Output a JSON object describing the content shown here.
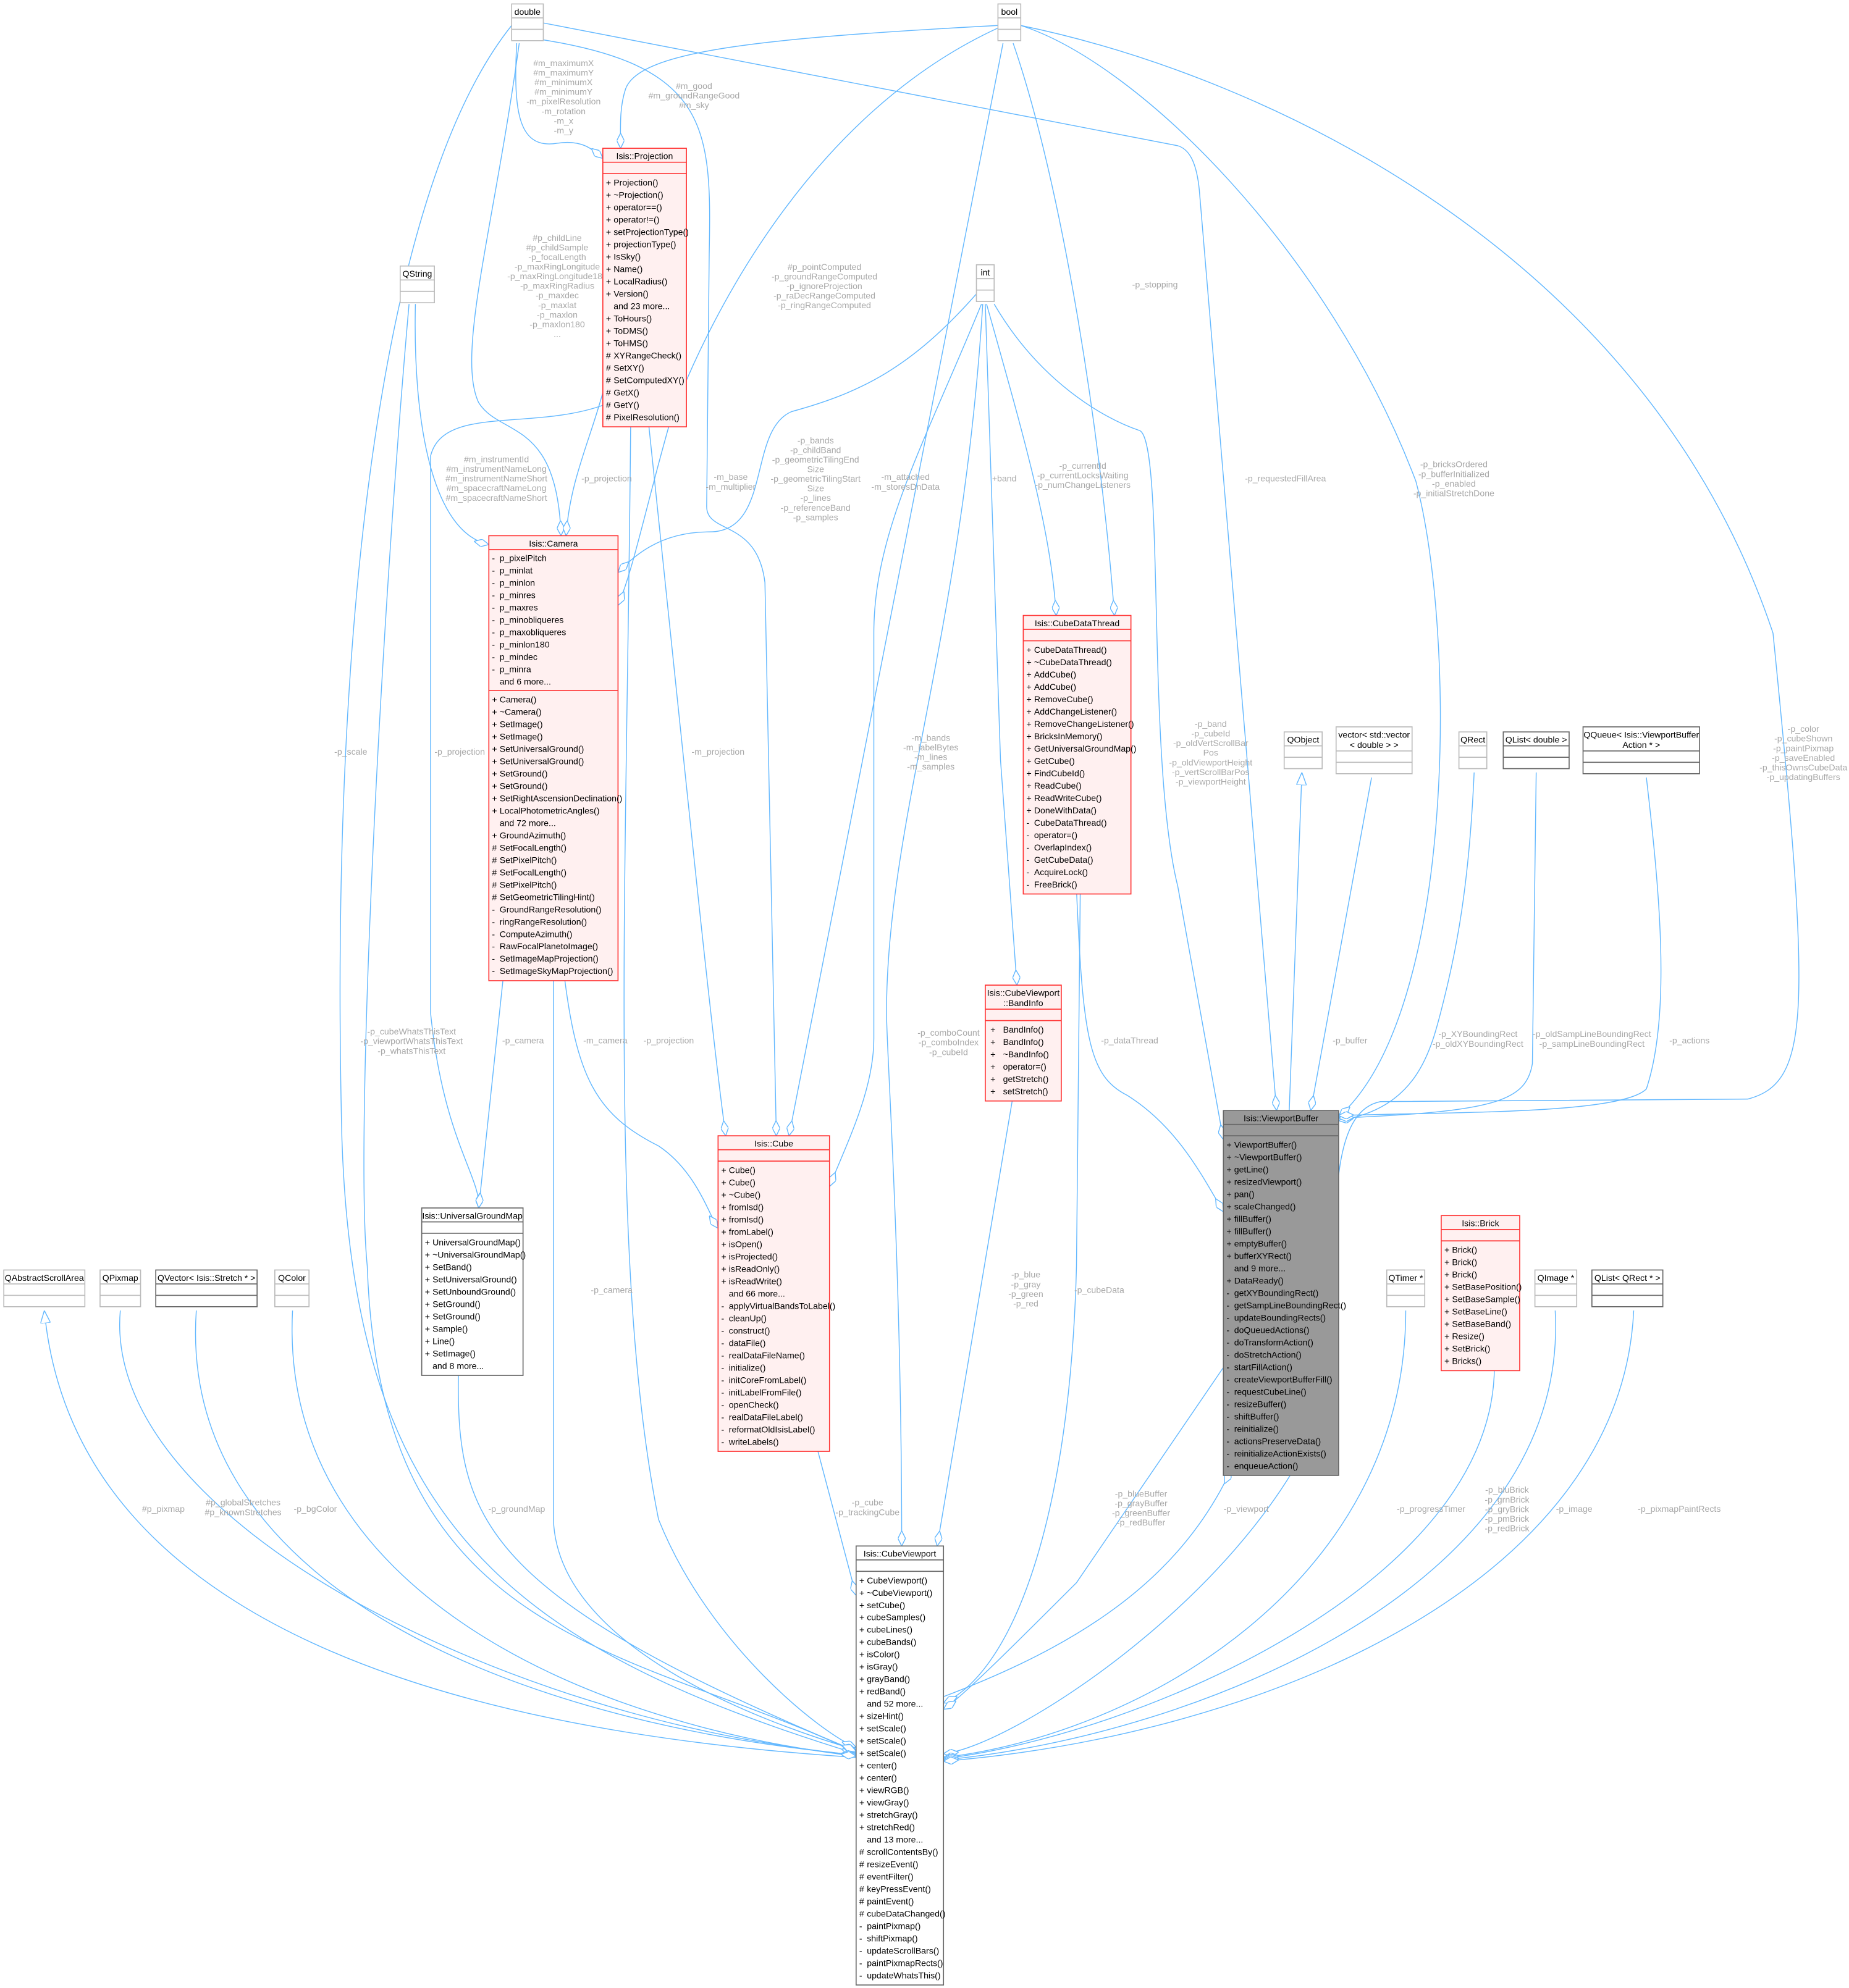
{
  "colors": {
    "edge": "#63b8ff",
    "class_fill": "#fff0f0",
    "class_border": "#ff3333",
    "focus_fill": "#999999",
    "plain_border": "#bbbbbb",
    "label": "#a8a8a8"
  },
  "boxes": {
    "double": {
      "title": [
        "double"
      ],
      "attrs": [],
      "methods": []
    },
    "bool": {
      "title": [
        "bool"
      ],
      "attrs": [],
      "methods": []
    },
    "qstring": {
      "title": [
        "QString"
      ],
      "attrs": [],
      "methods": []
    },
    "int": {
      "title": [
        "int"
      ],
      "attrs": [],
      "methods": []
    },
    "projection": {
      "title": [
        "Isis::Projection"
      ],
      "attrs": [],
      "methods": [
        [
          "+",
          "Projection()"
        ],
        [
          "+",
          "~Projection()"
        ],
        [
          "+",
          "operator==()"
        ],
        [
          "+",
          "operator!=()"
        ],
        [
          "+",
          "setProjectionType()"
        ],
        [
          "+",
          "projectionType()"
        ],
        [
          "+",
          "IsSky()"
        ],
        [
          "+",
          "Name()"
        ],
        [
          "+",
          "LocalRadius()"
        ],
        [
          "+",
          "Version()"
        ],
        [
          "",
          "and 23 more..."
        ],
        [
          "+",
          "ToHours()"
        ],
        [
          "+",
          "ToDMS()"
        ],
        [
          "+",
          "ToHMS()"
        ],
        [
          "#",
          "XYRangeCheck()"
        ],
        [
          "#",
          "SetXY()"
        ],
        [
          "#",
          "SetComputedXY()"
        ],
        [
          "#",
          "GetX()"
        ],
        [
          "#",
          "GetY()"
        ],
        [
          "#",
          "PixelResolution()"
        ]
      ]
    },
    "camera": {
      "title": [
        "Isis::Camera"
      ],
      "attrs": [
        [
          "-",
          "p_pixelPitch"
        ],
        [
          "-",
          "p_minlat"
        ],
        [
          "-",
          "p_minlon"
        ],
        [
          "-",
          "p_minres"
        ],
        [
          "-",
          "p_maxres"
        ],
        [
          "-",
          "p_minobliqueres"
        ],
        [
          "-",
          "p_maxobliqueres"
        ],
        [
          "-",
          "p_minlon180"
        ],
        [
          "-",
          "p_mindec"
        ],
        [
          "-",
          "p_minra"
        ],
        [
          "",
          "and 6 more..."
        ]
      ],
      "methods": [
        [
          "+",
          "Camera()"
        ],
        [
          "+",
          "~Camera()"
        ],
        [
          "+",
          "SetImage()"
        ],
        [
          "+",
          "SetImage()"
        ],
        [
          "+",
          "SetUniversalGround()"
        ],
        [
          "+",
          "SetUniversalGround()"
        ],
        [
          "+",
          "SetGround()"
        ],
        [
          "+",
          "SetGround()"
        ],
        [
          "+",
          "SetRightAscensionDeclination()"
        ],
        [
          "+",
          "LocalPhotometricAngles()"
        ],
        [
          "",
          "and 72 more..."
        ],
        [
          "+",
          "GroundAzimuth()"
        ],
        [
          "#",
          "SetFocalLength()"
        ],
        [
          "#",
          "SetPixelPitch()"
        ],
        [
          "#",
          "SetFocalLength()"
        ],
        [
          "#",
          "SetPixelPitch()"
        ],
        [
          "#",
          "SetGeometricTilingHint()"
        ],
        [
          "-",
          "GroundRangeResolution()"
        ],
        [
          "-",
          "ringRangeResolution()"
        ],
        [
          "-",
          "ComputeAzimuth()"
        ],
        [
          "-",
          "RawFocalPlanetoImage()"
        ],
        [
          "-",
          "SetImageMapProjection()"
        ],
        [
          "-",
          "SetImageSkyMapProjection()"
        ]
      ]
    },
    "cubedatathread": {
      "title": [
        "Isis::CubeDataThread"
      ],
      "attrs": [],
      "methods": [
        [
          "+",
          "CubeDataThread()"
        ],
        [
          "+",
          "~CubeDataThread()"
        ],
        [
          "+",
          "AddCube()"
        ],
        [
          "+",
          "AddCube()"
        ],
        [
          "+",
          "RemoveCube()"
        ],
        [
          "+",
          "AddChangeListener()"
        ],
        [
          "+",
          "RemoveChangeListener()"
        ],
        [
          "+",
          "BricksInMemory()"
        ],
        [
          "+",
          "GetUniversalGroundMap()"
        ],
        [
          "+",
          "GetCube()"
        ],
        [
          "+",
          "FindCubeId()"
        ],
        [
          "+",
          "ReadCube()"
        ],
        [
          "+",
          "ReadWriteCube()"
        ],
        [
          "+",
          "DoneWithData()"
        ],
        [
          "-",
          "CubeDataThread()"
        ],
        [
          "-",
          "operator=()"
        ],
        [
          "-",
          "OverlapIndex()"
        ],
        [
          "-",
          "GetCubeData()"
        ],
        [
          "-",
          "AcquireLock()"
        ],
        [
          "-",
          "FreeBrick()"
        ]
      ]
    },
    "qobject": {
      "title": [
        "QObject"
      ],
      "attrs": [],
      "methods": []
    },
    "vector": {
      "title": [
        "vector< std::vector",
        "< double > >"
      ],
      "attrs": [],
      "methods": []
    },
    "qrect": {
      "title": [
        "QRect"
      ],
      "attrs": [],
      "methods": []
    },
    "qlistdouble": {
      "title": [
        "QList< double >"
      ],
      "attrs": [],
      "methods": []
    },
    "qqueue": {
      "title": [
        "QQueue< Isis::ViewportBuffer",
        "Action * >"
      ],
      "attrs": [],
      "methods": []
    },
    "bandinfo": {
      "title": [
        "Isis::CubeViewport",
        "::BandInfo"
      ],
      "attrs": [],
      "methods": [
        [
          "+",
          "BandInfo()"
        ],
        [
          "+",
          "BandInfo()"
        ],
        [
          "+",
          "~BandInfo()"
        ],
        [
          "+",
          "operator=()"
        ],
        [
          "+",
          "getStretch()"
        ],
        [
          "+",
          "setStretch()"
        ]
      ]
    },
    "viewportbuffer": {
      "title": [
        "Isis::ViewportBuffer"
      ],
      "attrs": [],
      "methods": [
        [
          "+",
          "ViewportBuffer()"
        ],
        [
          "+",
          "~ViewportBuffer()"
        ],
        [
          "+",
          "getLine()"
        ],
        [
          "+",
          "resizedViewport()"
        ],
        [
          "+",
          "pan()"
        ],
        [
          "+",
          "scaleChanged()"
        ],
        [
          "+",
          "fillBuffer()"
        ],
        [
          "+",
          "fillBuffer()"
        ],
        [
          "+",
          "emptyBuffer()"
        ],
        [
          "+",
          "bufferXYRect()"
        ],
        [
          "",
          "and 9 more..."
        ],
        [
          "+",
          "DataReady()"
        ],
        [
          "-",
          "getXYBoundingRect()"
        ],
        [
          "-",
          "getSampLineBoundingRect()"
        ],
        [
          "-",
          "updateBoundingRects()"
        ],
        [
          "-",
          "doQueuedActions()"
        ],
        [
          "-",
          "doTransformAction()"
        ],
        [
          "-",
          "doStretchAction()"
        ],
        [
          "-",
          "startFillAction()"
        ],
        [
          "-",
          "createViewportBufferFill()"
        ],
        [
          "-",
          "requestCubeLine()"
        ],
        [
          "-",
          "resizeBuffer()"
        ],
        [
          "-",
          "shiftBuffer()"
        ],
        [
          "-",
          "reinitialize()"
        ],
        [
          "-",
          "actionsPreserveData()"
        ],
        [
          "-",
          "reinitializeActionExists()"
        ],
        [
          "-",
          "enqueueAction()"
        ]
      ]
    },
    "cube": {
      "title": [
        "Isis::Cube"
      ],
      "attrs": [],
      "methods": [
        [
          "+",
          "Cube()"
        ],
        [
          "+",
          "Cube()"
        ],
        [
          "+",
          "~Cube()"
        ],
        [
          "+",
          "fromIsd()"
        ],
        [
          "+",
          "fromIsd()"
        ],
        [
          "+",
          "fromLabel()"
        ],
        [
          "+",
          "isOpen()"
        ],
        [
          "+",
          "isProjected()"
        ],
        [
          "+",
          "isReadOnly()"
        ],
        [
          "+",
          "isReadWrite()"
        ],
        [
          "",
          "and 66 more..."
        ],
        [
          "-",
          "applyVirtualBandsToLabel()"
        ],
        [
          "-",
          "cleanUp()"
        ],
        [
          "-",
          "construct()"
        ],
        [
          "-",
          "dataFile()"
        ],
        [
          "-",
          "realDataFileName()"
        ],
        [
          "-",
          "initialize()"
        ],
        [
          "-",
          "initCoreFromLabel()"
        ],
        [
          "-",
          "initLabelFromFile()"
        ],
        [
          "-",
          "openCheck()"
        ],
        [
          "-",
          "realDataFileLabel()"
        ],
        [
          "-",
          "reformatOldIsisLabel()"
        ],
        [
          "-",
          "writeLabels()"
        ]
      ]
    },
    "ugm": {
      "title": [
        "Isis::UniversalGroundMap"
      ],
      "attrs": [],
      "methods": [
        [
          "+",
          "UniversalGroundMap()"
        ],
        [
          "+",
          "~UniversalGroundMap()"
        ],
        [
          "+",
          "SetBand()"
        ],
        [
          "+",
          "SetUniversalGround()"
        ],
        [
          "+",
          "SetUnboundGround()"
        ],
        [
          "+",
          "SetGround()"
        ],
        [
          "+",
          "SetGround()"
        ],
        [
          "+",
          "Sample()"
        ],
        [
          "+",
          "Line()"
        ],
        [
          "+",
          "SetImage()"
        ],
        [
          "",
          "and 8 more..."
        ]
      ]
    },
    "brick": {
      "title": [
        "Isis::Brick"
      ],
      "attrs": [],
      "methods": [
        [
          "+",
          "Brick()"
        ],
        [
          "+",
          "Brick()"
        ],
        [
          "+",
          "Brick()"
        ],
        [
          "+",
          "SetBasePosition()"
        ],
        [
          "+",
          "SetBaseSample()"
        ],
        [
          "+",
          "SetBaseLine()"
        ],
        [
          "+",
          "SetBaseBand()"
        ],
        [
          "+",
          "Resize()"
        ],
        [
          "+",
          "SetBrick()"
        ],
        [
          "+",
          "Bricks()"
        ]
      ]
    },
    "qabstractscrollarea": {
      "title": [
        "QAbstractScrollArea"
      ],
      "attrs": [],
      "methods": []
    },
    "qpixmap": {
      "title": [
        "QPixmap"
      ],
      "attrs": [],
      "methods": []
    },
    "qvector": {
      "title": [
        "QVector< Isis::Stretch * >"
      ],
      "attrs": [],
      "methods": []
    },
    "qcolor": {
      "title": [
        "QColor"
      ],
      "attrs": [],
      "methods": []
    },
    "qtimer": {
      "title": [
        "QTimer *"
      ],
      "attrs": [],
      "methods": []
    },
    "qimage": {
      "title": [
        "QImage *"
      ],
      "attrs": [],
      "methods": []
    },
    "qlistqrect": {
      "title": [
        "QList< QRect * >"
      ],
      "attrs": [],
      "methods": []
    },
    "cubeviewport": {
      "title": [
        "Isis::CubeViewport"
      ],
      "attrs": [],
      "methods": [
        [
          "+",
          "CubeViewport()"
        ],
        [
          "+",
          "~CubeViewport()"
        ],
        [
          "+",
          "setCube()"
        ],
        [
          "+",
          "cubeSamples()"
        ],
        [
          "+",
          "cubeLines()"
        ],
        [
          "+",
          "cubeBands()"
        ],
        [
          "+",
          "isColor()"
        ],
        [
          "+",
          "isGray()"
        ],
        [
          "+",
          "grayBand()"
        ],
        [
          "+",
          "redBand()"
        ],
        [
          "",
          "and 52 more..."
        ],
        [
          "+",
          "sizeHint()"
        ],
        [
          "+",
          "setScale()"
        ],
        [
          "+",
          "setScale()"
        ],
        [
          "+",
          "setScale()"
        ],
        [
          "+",
          "center()"
        ],
        [
          "+",
          "center()"
        ],
        [
          "+",
          "viewRGB()"
        ],
        [
          "+",
          "viewGray()"
        ],
        [
          "+",
          "stretchGray()"
        ],
        [
          "+",
          "stretchRed()"
        ],
        [
          "",
          "and 13 more..."
        ],
        [
          "#",
          "scrollContentsBy()"
        ],
        [
          "#",
          "resizeEvent()"
        ],
        [
          "#",
          "eventFilter()"
        ],
        [
          "#",
          "keyPressEvent()"
        ],
        [
          "#",
          "paintEvent()"
        ],
        [
          "#",
          "cubeDataChanged()"
        ],
        [
          "-",
          "paintPixmap()"
        ],
        [
          "-",
          "shiftPixmap()"
        ],
        [
          "-",
          "updateScrollBars()"
        ],
        [
          "-",
          "paintPixmapRects()"
        ],
        [
          "-",
          "updateWhatsThis()"
        ]
      ]
    }
  },
  "edges": {
    "double_projection": [
      "#m_maximumX",
      "#m_maximumY",
      "#m_minimumX",
      "#m_minimumY",
      "-m_pixelResolution",
      "-m_rotation",
      "-m_x",
      "-m_y"
    ],
    "bool_projection": [
      "#m_good",
      "#m_groundRangeGood",
      "#m_sky"
    ],
    "double_camera": [
      "#p_childLine",
      "#p_childSample",
      "-p_focalLength",
      "-p_maxRingLongitude",
      "-p_maxRingLongitude180",
      "-p_maxRingRadius",
      "-p_maxdec",
      "-p_maxlat",
      "-p_maxlon",
      "-p_maxlon180",
      "..."
    ],
    "qstring_camera": [
      "#m_instrumentId",
      "#m_instrumentNameLong",
      "#m_instrumentNameShort",
      "#m_spacecraftNameLong",
      "#m_spacecraftNameShort"
    ],
    "projection_camera": [
      "-p_projection"
    ],
    "bool_camera": [
      "#p_pointComputed",
      "-p_groundRangeComputed",
      "-p_ignoreProjection",
      "-p_raDecRangeComputed",
      "-p_ringRangeComputed"
    ],
    "int_camera": [
      "-p_bands",
      "-p_childBand",
      "-p_geometricTilingEnd",
      "Size",
      "-p_geometricTilingStart",
      "Size",
      "-p_lines",
      "-p_referenceBand",
      "-p_samples"
    ],
    "double_cube": [
      "-m_base",
      "-m_multiplier"
    ],
    "bool_cube": [
      "-m_attached",
      "-m_storesDnData"
    ],
    "projection_cube": [
      "-m_projection"
    ],
    "int_cube": [
      "-m_bands",
      "-m_labelBytes",
      "-m_lines",
      "-m_samples"
    ],
    "camera_cube": [
      "-m_camera"
    ],
    "bool_cdt": [
      "-p_stopping"
    ],
    "int_cdt": [
      "-p_currentId",
      "-p_currentLocksWaiting",
      "-p_numChangeListeners"
    ],
    "int_bandinfo": [
      "+band"
    ],
    "double_vb": [
      "-p_requestedFillArea"
    ],
    "bool_vb": [
      "-p_bricksOrdered",
      "-p_bufferInitialized",
      "-p_enabled",
      "-p_initialStretchDone"
    ],
    "int_vb": [
      "-p_band",
      "-p_cubeId",
      "-p_oldVertScrollBar",
      "Pos",
      "-p_oldViewportHeight",
      "-p_vertScrollBarPos",
      "-p_viewportHeight"
    ],
    "cdt_vb": [
      "-p_dataThread"
    ],
    "qobject_vb": [],
    "vector_vb": [
      "-p_buffer"
    ],
    "qrect_vb": [
      "-p_XYBoundingRect",
      "-p_oldXYBoundingRect"
    ],
    "qlistdouble_vb": [
      "-p_oldSampLineBoundingRect",
      "-p_sampLineBoundingRect"
    ],
    "qqueue_vb": [
      "-p_actions"
    ],
    "bool_cv": [
      "-p_color",
      "-p_cubeShown",
      "-p_paintPixmap",
      "-p_saveEnabled",
      "-p_thisOwnsCubeData",
      "-p_updatingBuffers"
    ],
    "double_cv": [
      "-p_scale"
    ],
    "qstring_cv": [
      "-p_cubeWhatsThisText",
      "-p_viewportWhatsThisText",
      "-p_whatsThisText"
    ],
    "projection_cv": [
      "-p_projection"
    ],
    "camera_cv": [
      "-p_camera"
    ],
    "projection_ugm": [
      "-p_projection"
    ],
    "camera_ugm": [
      "-p_camera"
    ],
    "ugm_cv": [
      "-p_groundMap"
    ],
    "cube_cv": [
      "-p_cube",
      "-p_trackingCube"
    ],
    "int_cv": [
      "-p_comboCount",
      "-p_comboIndex",
      "-p_cubeId"
    ],
    "bandinfo_cv": [
      "-p_blue",
      "-p_gray",
      "-p_green",
      "-p_red"
    ],
    "cdt_cv": [
      "-p_cubeData"
    ],
    "vb_cv": [
      "-p_blueBuffer",
      "-p_grayBuffer",
      "-p_greenBuffer",
      "-p_redBuffer"
    ],
    "cv_vb": [
      "-p_viewport"
    ],
    "qasa_cv": [],
    "qpixmap_cv": [
      "#p_pixmap"
    ],
    "qvector_cv": [
      "#p_globalStretches",
      "#p_knownStretches"
    ],
    "qcolor_cv": [
      "-p_bgColor"
    ],
    "qtimer_cv": [
      "-p_progressTimer"
    ],
    "brick_cv": [
      "-p_bluBrick",
      "-p_grnBrick",
      "-p_gryBrick",
      "-p_pmBrick",
      "-p_redBrick"
    ],
    "qimage_cv": [
      "-p_image"
    ],
    "qlistqrect_cv": [
      "-p_pixmapPaintRects"
    ]
  }
}
